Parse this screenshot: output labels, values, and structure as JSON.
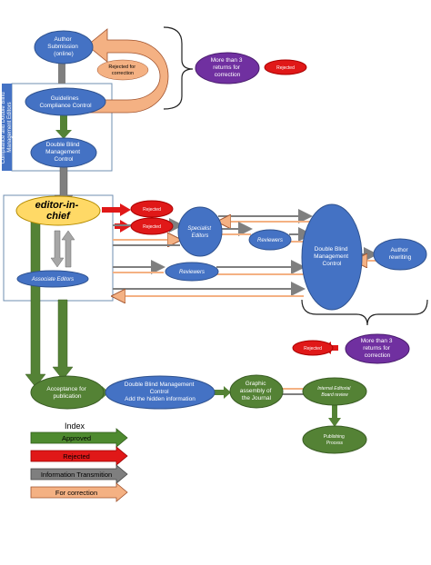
{
  "nodes": {
    "author_submission": [
      "Author",
      "Submission",
      "(online)"
    ],
    "rejected_for_correction": [
      "Rejected for",
      "correction"
    ],
    "guidelines": [
      "Guidelines",
      "Compliance Control"
    ],
    "double_blind_top": [
      "Double Blind",
      "Management",
      "Control"
    ],
    "more_than_3_top": [
      "More than 3",
      "returns for",
      "correction"
    ],
    "rejected_top": "Rejected",
    "editor_in_chief": [
      "editor-in-",
      "chief"
    ],
    "rejected_1": "Rejected",
    "rejected_2": "Rejected",
    "specialist_editors": [
      "Specialist",
      "Editors"
    ],
    "reviewers_1": "Reviewers",
    "reviewers_2": "Reviewers",
    "associate_editors": "Associate Editors",
    "double_blind_right": [
      "Double Blind",
      "Management",
      "Control"
    ],
    "author_rewriting": [
      "Author",
      "rewriting"
    ],
    "more_than_3_bottom": [
      "More than 3",
      "returns for",
      "correction"
    ],
    "rejected_bottom": "Rejected",
    "acceptance": [
      "Acceptance for",
      "publication"
    ],
    "double_blind_bottom": [
      "Double Blind Management",
      "Control",
      "Add the hidden information"
    ],
    "graphic_assembly": [
      "Graphic",
      "assembly of",
      "the Journal"
    ],
    "internal_board": [
      "Internal Editorial",
      "Board review"
    ],
    "publishing": [
      "Publishing",
      "Process"
    ]
  },
  "side_label": [
    "Compliance and Double Blind",
    "Management Editors"
  ],
  "index": {
    "title": "Index",
    "items": [
      {
        "label": "Approved",
        "color": "#4e8a2f"
      },
      {
        "label": "Rejected",
        "color": "#e01818"
      },
      {
        "label": "Information Transmition",
        "color": "#7f7f7f"
      },
      {
        "label": "For correction",
        "color": "#f4b183"
      }
    ]
  },
  "colors": {
    "blue": "#4472c4",
    "green": "#548235",
    "red": "#e01818",
    "purple": "#7030a0",
    "yellow": "#ffd966",
    "peach": "#f4b183",
    "gray": "#7f7f7f"
  }
}
